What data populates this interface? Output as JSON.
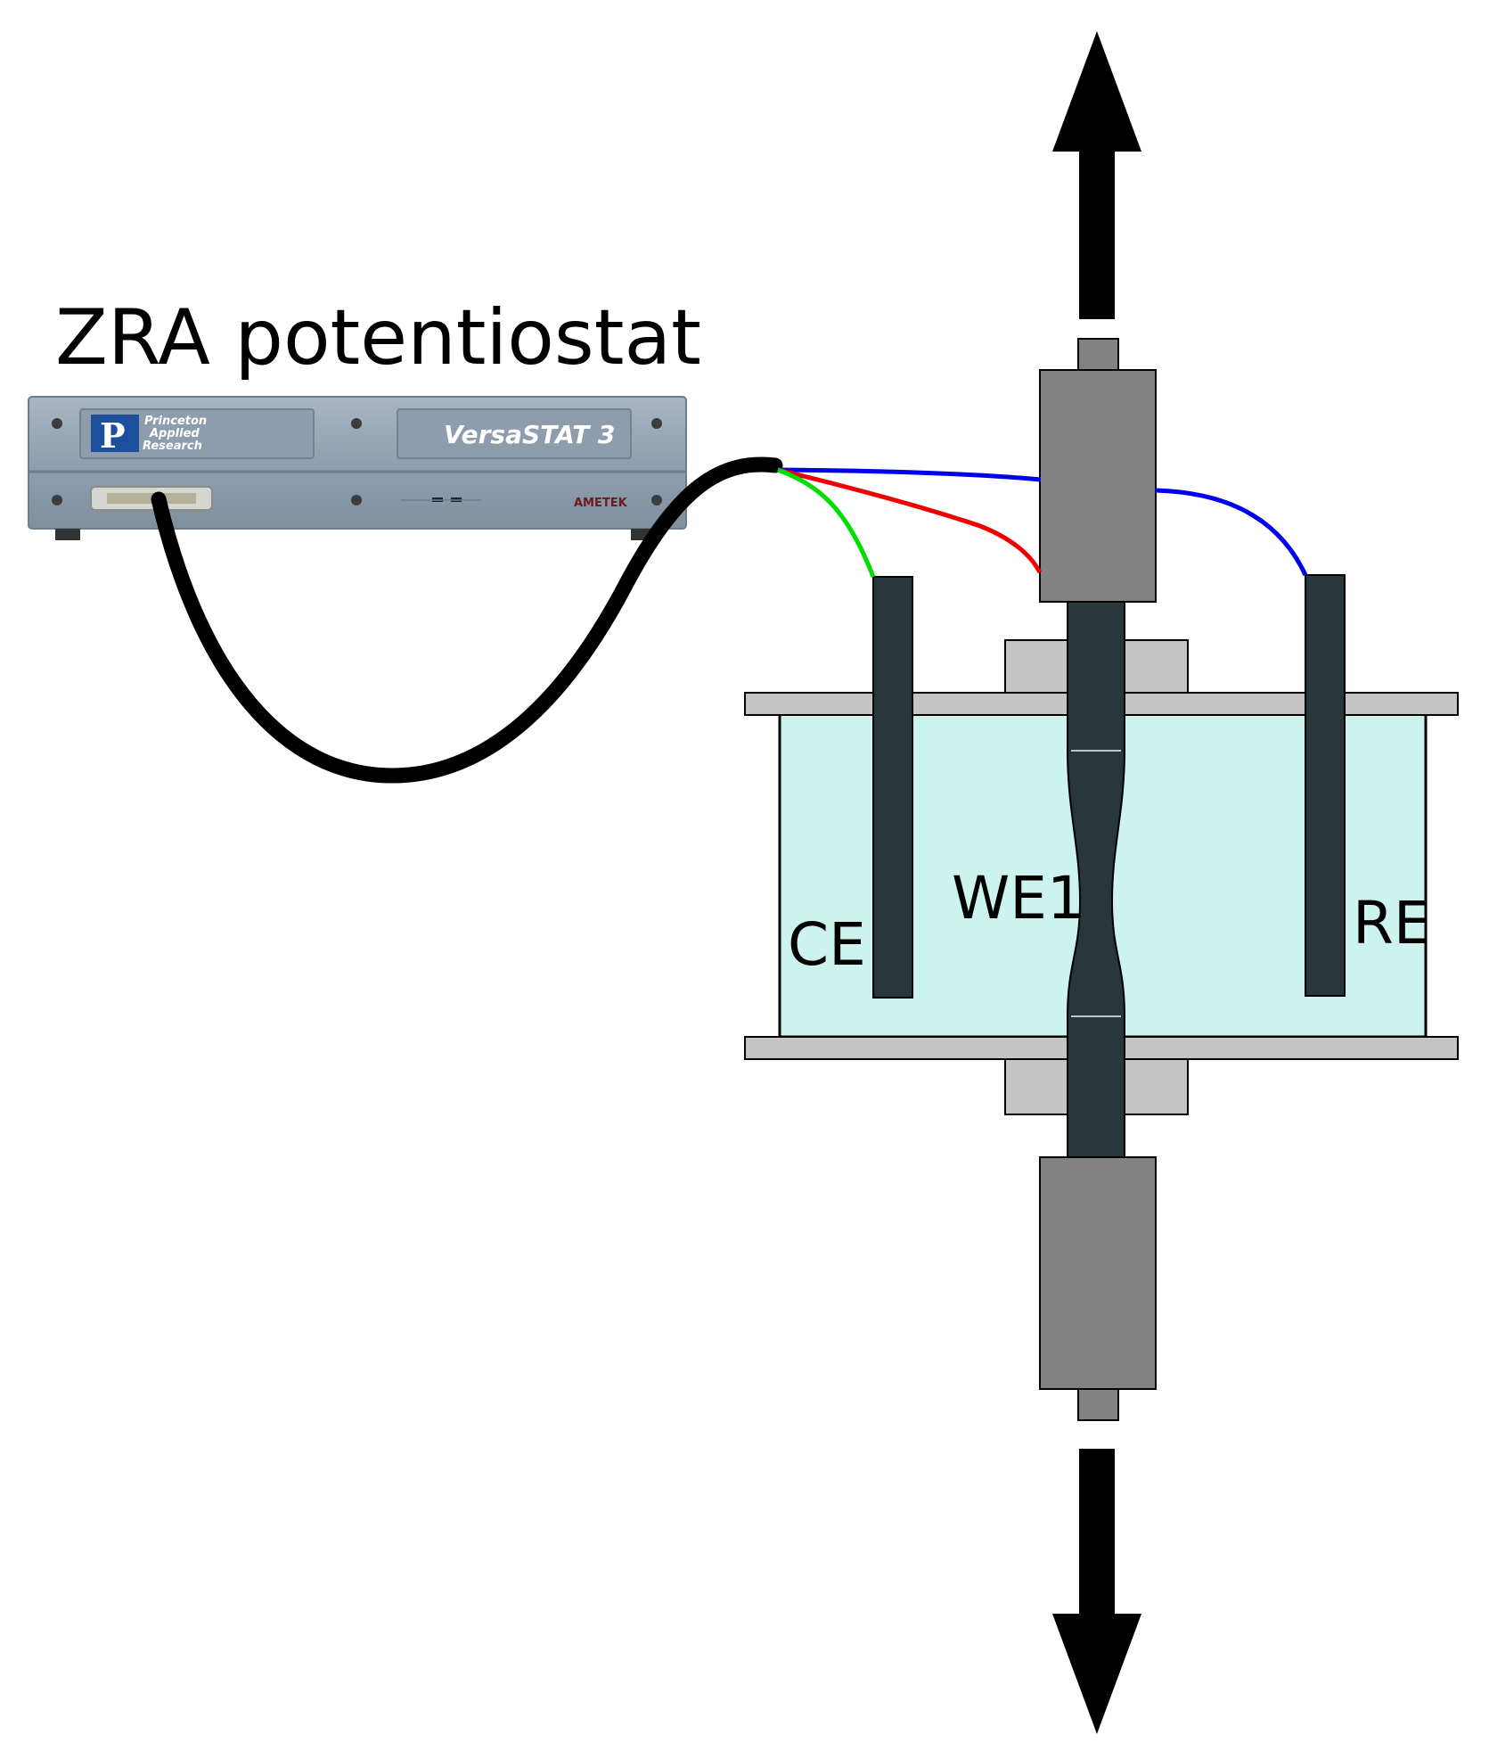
{
  "diagram": {
    "title": "ZRA potentiostat",
    "device": {
      "model": "VersaSTAT 3",
      "maker_line1": "Princeton",
      "maker_line2": "Applied",
      "maker_line3": "Research",
      "vendor": "AMETEK"
    },
    "electrodes": {
      "counter": "CE",
      "working": "WE1",
      "reference": "RE"
    },
    "colors": {
      "wire_counter": "#00dd00",
      "wire_working": "#ee0000",
      "wire_reference": "#0000ee",
      "electrolyte": "#cdf3ee",
      "plate": "#c4c4c4",
      "grip": "#828282",
      "electrode": "#28373a",
      "device_body": "#8f9faf",
      "cable": "#000000"
    },
    "icons": [
      "arrow-up-icon",
      "arrow-down-icon",
      "princeton-logo-icon"
    ]
  }
}
